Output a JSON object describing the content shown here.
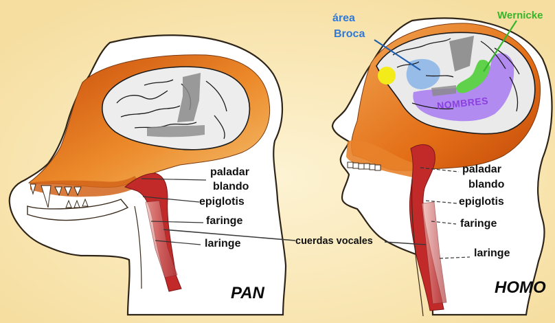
{
  "labels": {
    "pan": {
      "paladar": "paladar",
      "blando": "blando",
      "epiglotis": "epiglotis",
      "faringe": "faringe",
      "laringe": "laringe",
      "species": "PAN"
    },
    "homo": {
      "paladar": "paladar",
      "blando": "blando",
      "epiglotis": "epiglotis",
      "faringe": "faringe",
      "laringe": "laringe",
      "species": "HOMO"
    },
    "shared": {
      "cuerdas_vocales": "cuerdas vocales"
    },
    "brain_areas": {
      "area": "área",
      "broca": "Broca",
      "wernicke": "Wernicke",
      "nombres": "NOMBRES"
    }
  },
  "colors": {
    "background": "#fae9b5",
    "head_fill": "#ffffff",
    "outline": "#3a2a1a",
    "skull_orange": "#e9781a",
    "brain_gray": "#e8e8e8",
    "artery_red": "#c22a2a",
    "broca_blue": "#8ab4e8",
    "broca_text": "#2f79d6",
    "wernicke_green": "#5fd14a",
    "wernicke_text": "#35b52a",
    "nombres_purple": "#a77af0",
    "nombres_text": "#8b3fe0",
    "yellow_area": "#f3ec1a"
  }
}
